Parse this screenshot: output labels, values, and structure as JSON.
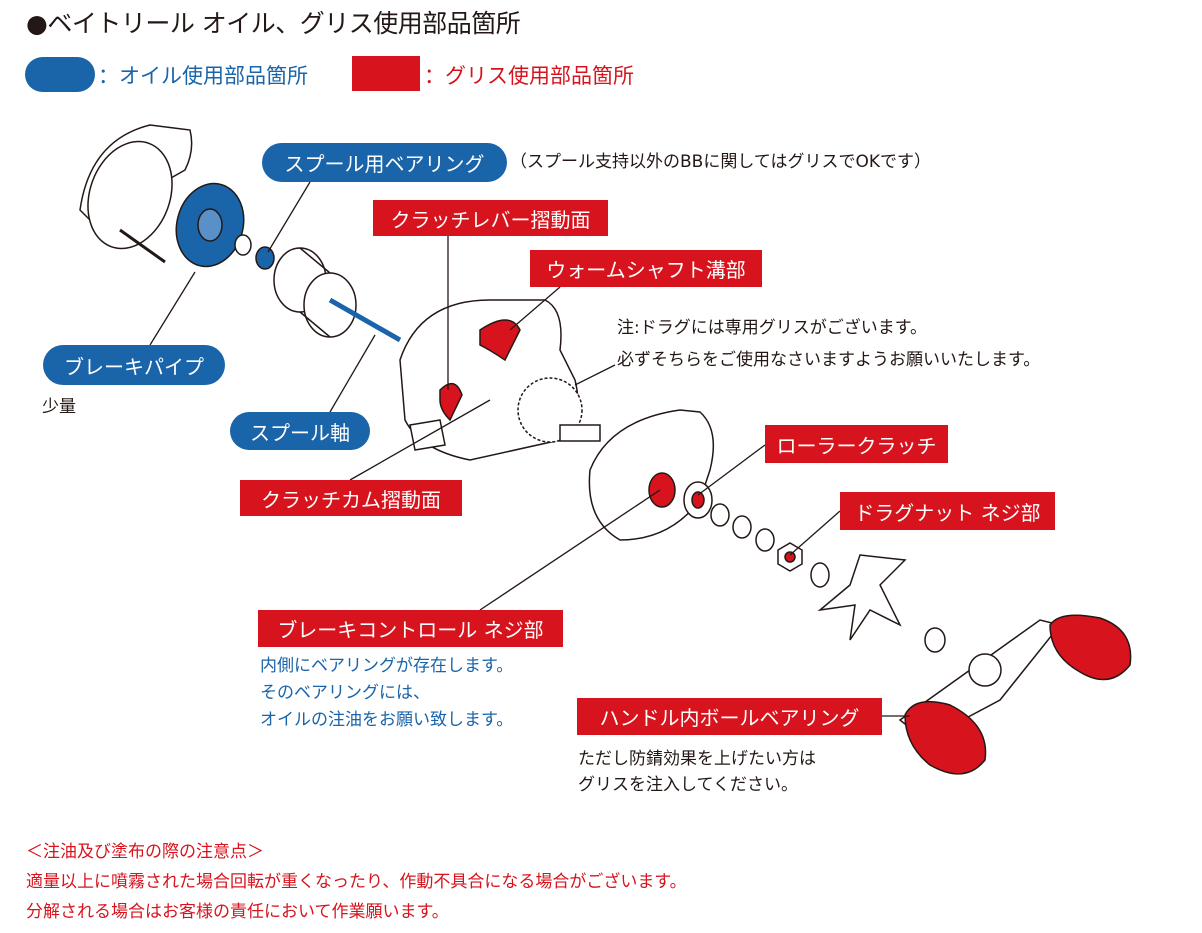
{
  "title": "●ベイトリール オイル、グリス使用部品箇所",
  "legend": {
    "oil_label": "：オイル使用部品箇所",
    "grease_label": "：グリス使用部品箇所",
    "oil_color": "#1a64aa",
    "grease_color": "#d7141d"
  },
  "labels": {
    "spool_bearing": "スプール用ベアリング",
    "spool_bearing_note": "（スプール支持以外のBBに関してはグリスでOKです）",
    "clutch_lever": "クラッチレバー摺動面",
    "worm_shaft": "ウォームシャフト溝部",
    "drag_note": [
      "注:ドラグには専用グリスがございます。",
      "必ずそちらをご使用なさいますようお願いいたします。"
    ],
    "brake_pipe": "ブレーキパイプ",
    "brake_pipe_note": "少量",
    "spool_shaft": "スプール軸",
    "clutch_cam": "クラッチカム摺動面",
    "roller_clutch": "ローラークラッチ",
    "drag_nut": "ドラグナット ネジ部",
    "brake_control": "ブレーキコントロール ネジ部",
    "brake_control_note": [
      "内側にベアリングが存在します。",
      "そのベアリングには、",
      "オイルの注油をお願い致します。"
    ],
    "handle_bearing": "ハンドル内ボールベアリング",
    "handle_bearing_note": [
      "ただし防錆効果を上げたい方は",
      "グリスを注入してください。"
    ]
  },
  "footer": [
    "＜注油及び塗布の際の注意点＞",
    "適量以上に噴霧された場合回転が重くなったり、作動不具合になる場合がございます。",
    "分解される場合はお客様の責任において作業願います。"
  ]
}
